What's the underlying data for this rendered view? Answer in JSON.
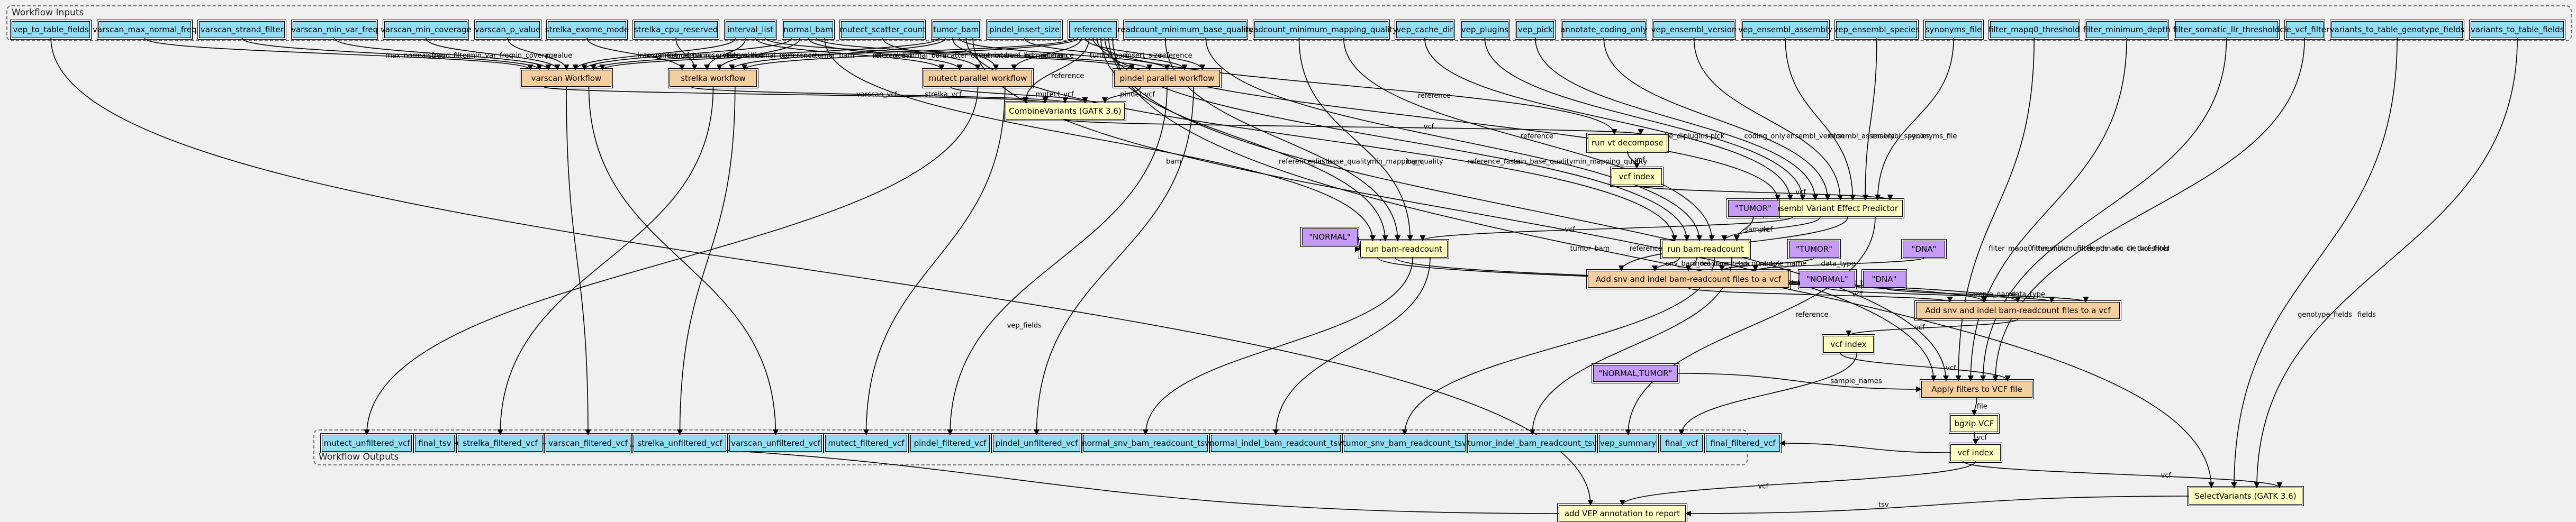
{
  "clusters": {
    "inputs_label": "Workflow Inputs",
    "outputs_label": "Workflow Outputs"
  },
  "inputs": [
    {
      "id": "vep_to_table_fields",
      "label": "vep_to_table_fields"
    },
    {
      "id": "varscan_max_normal_freq",
      "label": "varscan_max_normal_freq"
    },
    {
      "id": "varscan_strand_filter",
      "label": "varscan_strand_filter"
    },
    {
      "id": "varscan_min_var_freq",
      "label": "varscan_min_var_freq"
    },
    {
      "id": "varscan_min_coverage",
      "label": "varscan_min_coverage"
    },
    {
      "id": "varscan_p_value",
      "label": "varscan_p_value"
    },
    {
      "id": "strelka_exome_mode",
      "label": "strelka_exome_mode"
    },
    {
      "id": "strelka_cpu_reserved",
      "label": "strelka_cpu_reserved"
    },
    {
      "id": "interval_list",
      "label": "interval_list"
    },
    {
      "id": "normal_bam",
      "label": "normal_bam"
    },
    {
      "id": "mutect_scatter_count",
      "label": "mutect_scatter_count"
    },
    {
      "id": "tumor_bam",
      "label": "tumor_bam"
    },
    {
      "id": "pindel_insert_size",
      "label": "pindel_insert_size"
    },
    {
      "id": "reference",
      "label": "reference"
    },
    {
      "id": "readcount_minimum_base_quality",
      "label": "readcount_minimum_base_quality"
    },
    {
      "id": "readcount_minimum_mapping_quality",
      "label": "readcount_minimum_mapping_quality"
    },
    {
      "id": "vep_cache_dir",
      "label": "vep_cache_dir"
    },
    {
      "id": "vep_plugins",
      "label": "vep_plugins"
    },
    {
      "id": "vep_pick",
      "label": "vep_pick"
    },
    {
      "id": "annotate_coding_only",
      "label": "annotate_coding_only"
    },
    {
      "id": "vep_ensembl_version",
      "label": "vep_ensembl_version"
    },
    {
      "id": "vep_ensembl_assembly",
      "label": "vep_ensembl_assembly"
    },
    {
      "id": "vep_ensembl_species",
      "label": "vep_ensembl_species"
    },
    {
      "id": "synonyms_file",
      "label": "synonyms_file"
    },
    {
      "id": "filter_mapq0_threshold",
      "label": "filter_mapq0_threshold"
    },
    {
      "id": "filter_minimum_depth",
      "label": "filter_minimum_depth"
    },
    {
      "id": "filter_somatic_llr_threshold",
      "label": "filter_somatic_llr_threshold"
    },
    {
      "id": "cle_vcf_filter",
      "label": "cle_vcf_filter"
    },
    {
      "id": "variants_to_table_genotype_fields",
      "label": "variants_to_table_genotype_fields"
    },
    {
      "id": "variants_to_table_fields",
      "label": "variants_to_table_fields"
    }
  ],
  "steps": [
    {
      "id": "varscan",
      "label": "varscan Workflow",
      "kind": "sub"
    },
    {
      "id": "strelka",
      "label": "strelka workflow",
      "kind": "sub"
    },
    {
      "id": "mutect",
      "label": "mutect parallel workflow",
      "kind": "sub"
    },
    {
      "id": "pindel",
      "label": "pindel parallel workflow",
      "kind": "sub"
    },
    {
      "id": "combine",
      "label": "CombineVariants (GATK 3.6)",
      "kind": "step"
    },
    {
      "id": "decompose",
      "label": "run vt decompose",
      "kind": "step"
    },
    {
      "id": "index1",
      "label": "vcf index",
      "kind": "step"
    },
    {
      "id": "vep",
      "label": "Ensembl Variant Effect Predictor",
      "kind": "step"
    },
    {
      "id": "tumor_const",
      "label": "\"TUMOR\"",
      "kind": "const"
    },
    {
      "id": "normal_const",
      "label": "\"NORMAL\"",
      "kind": "const"
    },
    {
      "id": "normal_rc",
      "label": "run bam-readcount",
      "kind": "step"
    },
    {
      "id": "tumor_rc",
      "label": "run bam-readcount",
      "kind": "step"
    },
    {
      "id": "tumor_const2",
      "label": "\"TUMOR\"",
      "kind": "const"
    },
    {
      "id": "dna_const",
      "label": "\"DNA\"",
      "kind": "const"
    },
    {
      "id": "add_tumor",
      "label": "Add snv and indel bam-readcount files to a vcf",
      "kind": "sub"
    },
    {
      "id": "normal_const2",
      "label": "\"NORMAL\"",
      "kind": "const"
    },
    {
      "id": "dna_const2",
      "label": "\"DNA\"",
      "kind": "const"
    },
    {
      "id": "add_normal",
      "label": "Add snv and indel bam-readcount files to a vcf",
      "kind": "sub"
    },
    {
      "id": "index2",
      "label": "vcf index",
      "kind": "step"
    },
    {
      "id": "normal_tumor_const",
      "label": "\"NORMAL,TUMOR\"",
      "kind": "const"
    },
    {
      "id": "filter",
      "label": "Apply filters to VCF file",
      "kind": "sub"
    },
    {
      "id": "bgzip",
      "label": "bgzip VCF",
      "kind": "step"
    },
    {
      "id": "index3",
      "label": "vcf index",
      "kind": "step"
    },
    {
      "id": "select",
      "label": "SelectVariants (GATK 3.6)",
      "kind": "step"
    },
    {
      "id": "add_vep_report",
      "label": "add VEP annotation to report",
      "kind": "step"
    }
  ],
  "outputs": [
    {
      "id": "mutect_unfiltered_vcf",
      "label": "mutect_unfiltered_vcf"
    },
    {
      "id": "final_tsv",
      "label": "final_tsv"
    },
    {
      "id": "strelka_filtered_vcf",
      "label": "strelka_filtered_vcf"
    },
    {
      "id": "varscan_filtered_vcf",
      "label": "varscan_filtered_vcf"
    },
    {
      "id": "strelka_unfiltered_vcf",
      "label": "strelka_unfiltered_vcf"
    },
    {
      "id": "varscan_unfiltered_vcf",
      "label": "varscan_unfiltered_vcf"
    },
    {
      "id": "mutect_filtered_vcf",
      "label": "mutect_filtered_vcf"
    },
    {
      "id": "pindel_filtered_vcf",
      "label": "pindel_filtered_vcf"
    },
    {
      "id": "pindel_unfiltered_vcf",
      "label": "pindel_unfiltered_vcf"
    },
    {
      "id": "normal_snv_bam_readcount_tsv",
      "label": "normal_snv_bam_readcount_tsv"
    },
    {
      "id": "normal_indel_bam_readcount_tsv",
      "label": "normal_indel_bam_readcount_tsv"
    },
    {
      "id": "tumor_snv_bam_readcount_tsv",
      "label": "tumor_snv_bam_readcount_tsv"
    },
    {
      "id": "tumor_indel_bam_readcount_tsv",
      "label": "tumor_indel_bam_readcount_tsv"
    },
    {
      "id": "vep_summary",
      "label": "vep_summary"
    },
    {
      "id": "final_vcf",
      "label": "final_vcf"
    },
    {
      "id": "final_filtered_vcf",
      "label": "final_filtered_vcf"
    }
  ],
  "edges": [
    {
      "from": "varscan_max_normal_freq",
      "to": "varscan",
      "label": "max_normal_freq"
    },
    {
      "from": "varscan_strand_filter",
      "to": "varscan",
      "label": "strand_filter"
    },
    {
      "from": "varscan_min_var_freq",
      "to": "varscan",
      "label": "min_var_freq"
    },
    {
      "from": "varscan_min_coverage",
      "to": "varscan",
      "label": "min_coverage"
    },
    {
      "from": "varscan_p_value",
      "to": "varscan",
      "label": "p_value"
    },
    {
      "from": "strelka_exome_mode",
      "to": "strelka",
      "label": "exome_mode"
    },
    {
      "from": "strelka_cpu_reserved",
      "to": "strelka",
      "label": "cpu_reserved"
    },
    {
      "from": "interval_list",
      "to": "varscan",
      "label": "interval_list"
    },
    {
      "from": "interval_list",
      "to": "strelka",
      "label": "interval_list"
    },
    {
      "from": "interval_list",
      "to": "mutect",
      "label": "interval_list"
    },
    {
      "from": "interval_list",
      "to": "pindel",
      "label": "interval_list"
    },
    {
      "from": "normal_bam",
      "to": "varscan",
      "label": "normal_bam"
    },
    {
      "from": "normal_bam",
      "to": "strelka",
      "label": "normal_bam"
    },
    {
      "from": "normal_bam",
      "to": "mutect",
      "label": "normal_bam"
    },
    {
      "from": "normal_bam",
      "to": "pindel",
      "label": "normal_bam"
    },
    {
      "from": "normal_bam",
      "to": "normal_rc",
      "label": "bam"
    },
    {
      "from": "mutect_scatter_count",
      "to": "mutect",
      "label": "scatter_count"
    },
    {
      "from": "tumor_bam",
      "to": "varscan",
      "label": "tumor_bam"
    },
    {
      "from": "tumor_bam",
      "to": "strelka",
      "label": "tumor_bam"
    },
    {
      "from": "tumor_bam",
      "to": "mutect",
      "label": "tumor_bam"
    },
    {
      "from": "tumor_bam",
      "to": "pindel",
      "label": "tumor_bam"
    },
    {
      "from": "tumor_bam",
      "to": "tumor_rc",
      "label": "bam"
    },
    {
      "from": "tumor_bam",
      "to": "filter",
      "label": "tumor_bam"
    },
    {
      "from": "pindel_insert_size",
      "to": "pindel",
      "label": "insert_size"
    },
    {
      "from": "reference",
      "to": "varscan",
      "label": "reference"
    },
    {
      "from": "reference",
      "to": "strelka",
      "label": "reference"
    },
    {
      "from": "reference",
      "to": "mutect",
      "label": "reference"
    },
    {
      "from": "reference",
      "to": "pindel",
      "label": "reference"
    },
    {
      "from": "reference",
      "to": "combine",
      "label": "reference"
    },
    {
      "from": "reference",
      "to": "decompose",
      "label": "reference"
    },
    {
      "from": "reference",
      "to": "vep",
      "label": "reference"
    },
    {
      "from": "reference",
      "to": "normal_rc",
      "label": "reference_fasta"
    },
    {
      "from": "reference",
      "to": "tumor_rc",
      "label": "reference_fasta"
    },
    {
      "from": "reference",
      "to": "filter",
      "label": "reference"
    },
    {
      "from": "reference",
      "to": "select",
      "label": "reference"
    },
    {
      "from": "readcount_minimum_base_quality",
      "to": "normal_rc",
      "label": "min_base_quality"
    },
    {
      "from": "readcount_minimum_base_quality",
      "to": "tumor_rc",
      "label": "min_base_quality"
    },
    {
      "from": "readcount_minimum_mapping_quality",
      "to": "normal_rc",
      "label": "min_mapping_quality"
    },
    {
      "from": "readcount_minimum_mapping_quality",
      "to": "tumor_rc",
      "label": "min_mapping_quality"
    },
    {
      "from": "vep_cache_dir",
      "to": "vep",
      "label": "cache_dir"
    },
    {
      "from": "vep_plugins",
      "to": "vep",
      "label": "plugins"
    },
    {
      "from": "vep_pick",
      "to": "vep",
      "label": "pick"
    },
    {
      "from": "annotate_coding_only",
      "to": "vep",
      "label": "coding_only"
    },
    {
      "from": "vep_ensembl_version",
      "to": "vep",
      "label": "ensembl_version"
    },
    {
      "from": "vep_ensembl_assembly",
      "to": "vep",
      "label": "ensembl_assembly"
    },
    {
      "from": "vep_ensembl_species",
      "to": "vep",
      "label": "ensembl_species"
    },
    {
      "from": "synonyms_file",
      "to": "vep",
      "label": "synonyms_file"
    },
    {
      "from": "filter_mapq0_threshold",
      "to": "filter",
      "label": "filter_mapq0_threshold"
    },
    {
      "from": "filter_minimum_depth",
      "to": "filter",
      "label": "filter_minimum_depth"
    },
    {
      "from": "filter_somatic_llr_threshold",
      "to": "filter",
      "label": "filter_somatic_llr_threshold"
    },
    {
      "from": "cle_vcf_filter",
      "to": "filter",
      "label": "do_cle_vcf_filter"
    },
    {
      "from": "variants_to_table_genotype_fields",
      "to": "select",
      "label": "genotype_fields"
    },
    {
      "from": "variants_to_table_fields",
      "to": "select",
      "label": "fields"
    },
    {
      "from": "vep_to_table_fields",
      "to": "add_vep_report",
      "label": "vep_fields"
    },
    {
      "from": "varscan",
      "to": "combine",
      "label": "varscan_vcf"
    },
    {
      "from": "strelka",
      "to": "combine",
      "label": "strelka_vcf"
    },
    {
      "from": "mutect",
      "to": "combine",
      "label": "mutect_vcf"
    },
    {
      "from": "pindel",
      "to": "combine",
      "label": "pindel_vcf"
    },
    {
      "from": "combine",
      "to": "decompose",
      "label": "vcf"
    },
    {
      "from": "decompose",
      "to": "index1",
      "label": "vcf"
    },
    {
      "from": "index1",
      "to": "vep",
      "label": "vcf"
    },
    {
      "from": "vep",
      "to": "normal_rc",
      "label": "vcf"
    },
    {
      "from": "vep",
      "to": "tumor_rc",
      "label": "vcf"
    },
    {
      "from": "vep",
      "to": "add_tumor",
      "label": "vcf"
    },
    {
      "from": "tumor_const",
      "to": "tumor_rc",
      "label": "sample"
    },
    {
      "from": "normal_const",
      "to": "normal_rc",
      "label": "sample"
    },
    {
      "from": "tumor_rc",
      "to": "add_tumor",
      "label": "snv_bam_readcount_tsv"
    },
    {
      "from": "tumor_rc",
      "to": "add_tumor",
      "label": "indel_bam_readcount_tsv"
    },
    {
      "from": "tumor_const2",
      "to": "add_tumor",
      "label": "sample_name"
    },
    {
      "from": "dna_const",
      "to": "add_tumor",
      "label": "data_type"
    },
    {
      "from": "add_tumor",
      "to": "add_normal",
      "label": "vcf"
    },
    {
      "from": "normal_rc",
      "to": "add_normal",
      "label": "snv_bam_readcount_tsv"
    },
    {
      "from": "normal_rc",
      "to": "add_normal",
      "label": "indel_bam_readcount_tsv"
    },
    {
      "from": "normal_const2",
      "to": "add_normal",
      "label": "sample_name"
    },
    {
      "from": "dna_const2",
      "to": "add_normal",
      "label": "data_type"
    },
    {
      "from": "add_normal",
      "to": "index2",
      "label": "vcf"
    },
    {
      "from": "index2",
      "to": "filter",
      "label": "vcf"
    },
    {
      "from": "normal_tumor_const",
      "to": "filter",
      "label": "sample_names"
    },
    {
      "from": "filter",
      "to": "bgzip",
      "label": "file"
    },
    {
      "from": "bgzip",
      "to": "index3",
      "label": "vcf"
    },
    {
      "from": "index3",
      "to": "select",
      "label": "vcf"
    },
    {
      "from": "index3",
      "to": "add_vep_report",
      "label": "vcf"
    },
    {
      "from": "select",
      "to": "add_vep_report",
      "label": "tsv"
    },
    {
      "from": "add_vep_report",
      "to": "final_tsv",
      "label": ""
    },
    {
      "from": "mutect",
      "to": "mutect_unfiltered_vcf",
      "label": ""
    },
    {
      "from": "mutect",
      "to": "mutect_filtered_vcf",
      "label": ""
    },
    {
      "from": "strelka",
      "to": "strelka_filtered_vcf",
      "label": ""
    },
    {
      "from": "strelka",
      "to": "strelka_unfiltered_vcf",
      "label": ""
    },
    {
      "from": "varscan",
      "to": "varscan_filtered_vcf",
      "label": ""
    },
    {
      "from": "varscan",
      "to": "varscan_unfiltered_vcf",
      "label": ""
    },
    {
      "from": "pindel",
      "to": "pindel_filtered_vcf",
      "label": ""
    },
    {
      "from": "pindel",
      "to": "pindel_unfiltered_vcf",
      "label": ""
    },
    {
      "from": "normal_rc",
      "to": "normal_snv_bam_readcount_tsv",
      "label": ""
    },
    {
      "from": "normal_rc",
      "to": "normal_indel_bam_readcount_tsv",
      "label": ""
    },
    {
      "from": "tumor_rc",
      "to": "tumor_snv_bam_readcount_tsv",
      "label": ""
    },
    {
      "from": "tumor_rc",
      "to": "tumor_indel_bam_readcount_tsv",
      "label": ""
    },
    {
      "from": "vep",
      "to": "vep_summary",
      "label": ""
    },
    {
      "from": "index2",
      "to": "final_vcf",
      "label": ""
    },
    {
      "from": "index3",
      "to": "final_filtered_vcf",
      "label": ""
    }
  ]
}
